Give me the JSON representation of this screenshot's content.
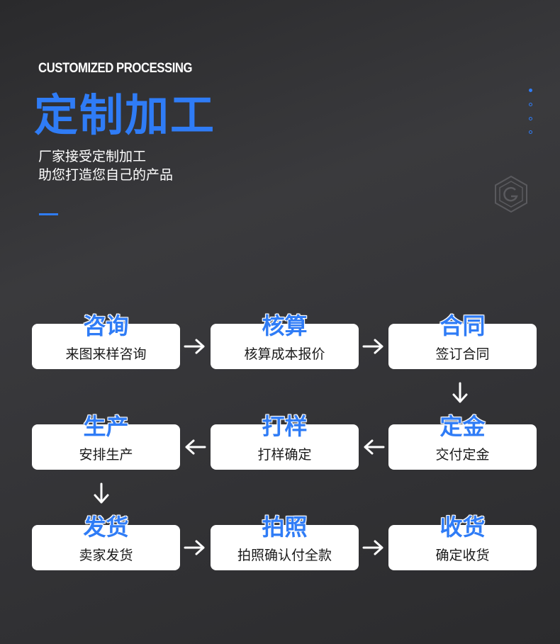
{
  "header": {
    "en_title": "CUSTOMIZED PROCESSING",
    "cn_title": "定制加工",
    "subtitle_lines": [
      "厂家接受定制加工",
      "助您打造您自己的产品"
    ]
  },
  "colors": {
    "accent": "#2f7cf6",
    "card": "#ffffff",
    "text_dark": "#1a1a1a",
    "background": "#333336"
  },
  "steps": [
    {
      "title": "咨询",
      "desc": "来图来样咨询"
    },
    {
      "title": "核算",
      "desc": "核算成本报价"
    },
    {
      "title": "合同",
      "desc": "签订合同"
    },
    {
      "title": "定金",
      "desc": "交付定金"
    },
    {
      "title": "打样",
      "desc": "打样确定"
    },
    {
      "title": "生产",
      "desc": "安排生产"
    },
    {
      "title": "发货",
      "desc": "卖家发货"
    },
    {
      "title": "拍照",
      "desc": "拍照确认付全款"
    },
    {
      "title": "收货",
      "desc": "确定收货"
    }
  ],
  "icons": {
    "logo": "hexagon-g-logo-icon",
    "arrow_right": "arrow-right-icon",
    "arrow_left": "arrow-left-icon",
    "arrow_down": "arrow-down-icon"
  }
}
